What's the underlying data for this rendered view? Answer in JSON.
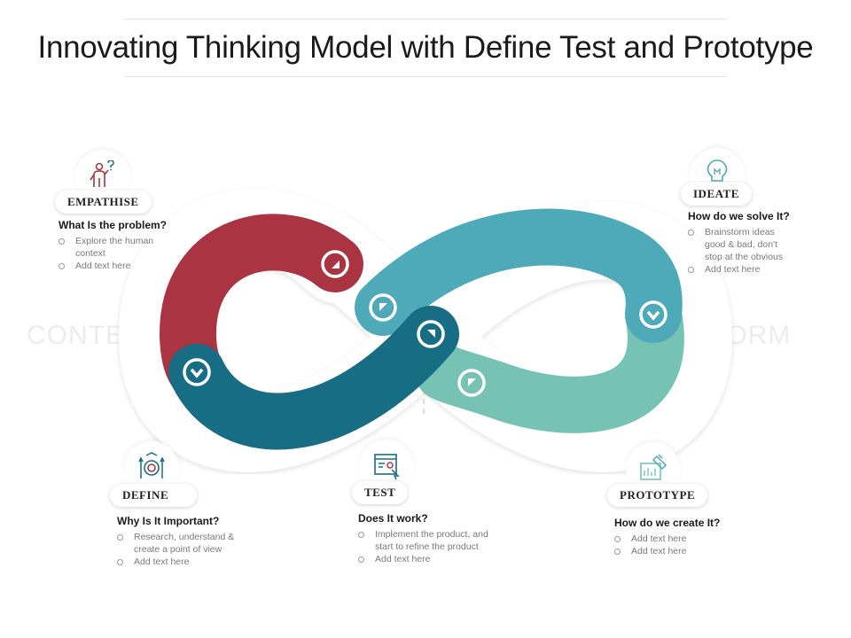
{
  "title": "Innovating Thinking Model with Define Test and Prototype",
  "side_labels": {
    "left": "CONTEXT",
    "right": "FORM"
  },
  "colors": {
    "red": "#aa3441",
    "dark_teal": "#176d84",
    "teal": "#4ea9b9",
    "mint": "#76c3b4"
  },
  "stages": {
    "empathise": {
      "label": "EMPATHISE",
      "icon": "person-question-icon",
      "question": "What Is the problem?",
      "bullets": [
        "Explore the human context",
        "Add text here"
      ]
    },
    "ideate": {
      "label": "IDEATE",
      "icon": "lightbulb-icon",
      "question": "How do we solve It?",
      "bullets": [
        "Brainstorm ideas good & bad, don't stop at the obvious",
        "Add text here"
      ]
    },
    "define": {
      "label": "DEFINE",
      "icon": "target-arrows-icon",
      "question": "Why Is It Important?",
      "bullets": [
        "Research, understand & create a point of view",
        "Add text here"
      ]
    },
    "test": {
      "label": "TEST",
      "icon": "browser-cursor-icon",
      "question": "Does It work?",
      "bullets": [
        "Implement the product, and start to refine the product",
        "Add text here"
      ]
    },
    "prototype": {
      "label": "PROTOTYPE",
      "icon": "blueprint-icon",
      "question": "How do we create It?",
      "bullets": [
        "Add text here",
        "Add text here"
      ]
    }
  }
}
